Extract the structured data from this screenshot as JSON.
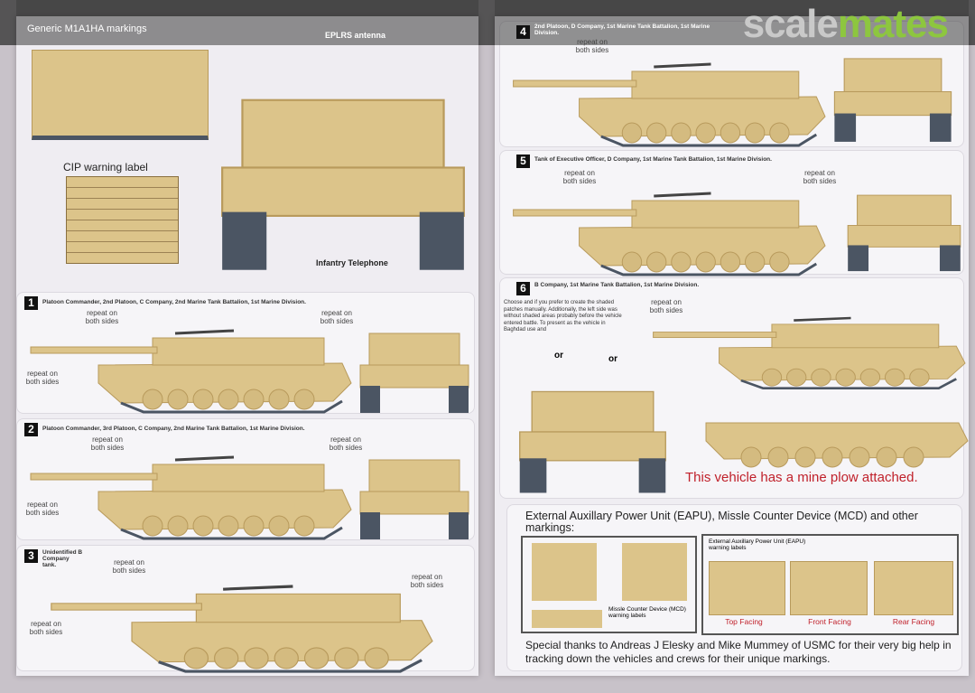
{
  "watermark": {
    "part1": "scale",
    "part2": "mates"
  },
  "left": {
    "title": "Generic M1A1HA markings",
    "eplrs": "EPLRS antenna",
    "cip": "CIP warning label",
    "telephone": "Infantry Telephone",
    "panels": [
      {
        "num": "1",
        "caption": "Platoon Commander, 2nd Platoon, C Company, 2nd Marine Tank Battalion, 1st Marine Division."
      },
      {
        "num": "2",
        "caption": "Platoon Commander, 3rd Platoon, C Company, 2nd Marine Tank Battalion, 1st Marine Division."
      },
      {
        "num": "3",
        "caption": "Unidentified B Company tank."
      }
    ]
  },
  "right": {
    "panels": [
      {
        "num": "4",
        "caption": "2nd Platoon, D Company, 1st Marine Tank Battalion, 1st Marine Division."
      },
      {
        "num": "5",
        "caption": "Tank of Executive Officer, D Company, 1st Marine Tank Battalion, 1st Marine Division."
      },
      {
        "num": "6",
        "caption": "B Company, 1st Marine Tank Battalion, 1st Marine Division."
      }
    ],
    "note6": "Choose and if you prefer to create the shaded patches manually. Additionally, the left side was without shaded areas probably before the vehicle entered battle. To present as the vehicle in Baghdad use and",
    "or": "or",
    "mine_plow": "This vehicle has a mine plow attached.",
    "eapu_title": "External Auxillary Power Unit (EAPU), Missle Counter Device (MCD) and other markings:",
    "mcd_label": "Missle Counter Device (MCD) warning labels",
    "eapu_label": "External Auxillary Power Unit (EAPU) warning labels",
    "top": "Top Facing",
    "front": "Front Facing",
    "rear": "Rear Facing",
    "thanks": "Special thanks to Andreas J Elesky and Mike Mummey of USMC for their very big help in tracking down the vehicles and crews for their unique markings."
  },
  "repeat": "repeat on both sides",
  "colors": {
    "tan": "#dcc48a",
    "tan_dark": "#b89a5c",
    "track": "#4b5563",
    "accent_red": "#c0212b",
    "brand_green": "#8dc63f"
  }
}
